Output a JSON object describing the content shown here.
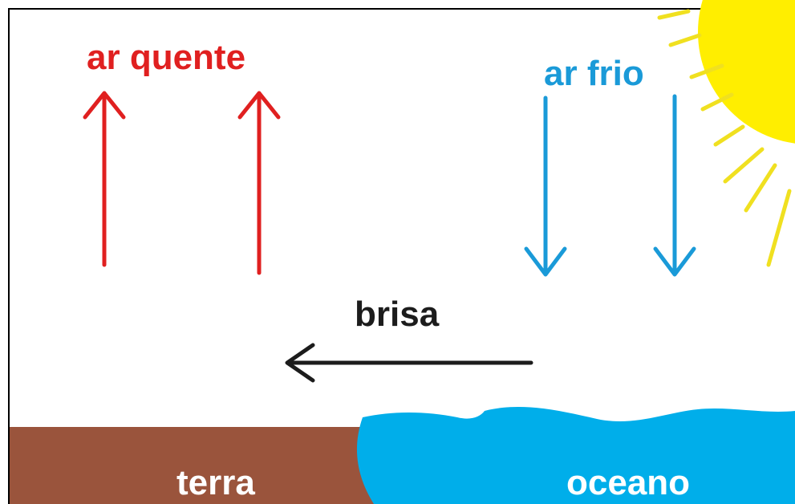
{
  "labels": {
    "hot_air": "ar quente",
    "cold_air": "ar frio",
    "breeze": "brisa",
    "land": "terra",
    "ocean": "oceano"
  },
  "colors": {
    "hot_air": "#e02020",
    "cold_air": "#1a9ad8",
    "breeze": "#1c1c1c",
    "land": "#9a543c",
    "ocean": "#00aeea",
    "sun": "#ffee00",
    "sun_rays": "#f0e020",
    "land_label": "#ffffff",
    "ocean_label": "#ffffff"
  },
  "icons": {
    "sun": "sun-icon",
    "hot_air_arrows": "arrow-up-icon",
    "cold_air_arrows": "arrow-down-icon",
    "breeze_arrow": "arrow-left-icon"
  }
}
